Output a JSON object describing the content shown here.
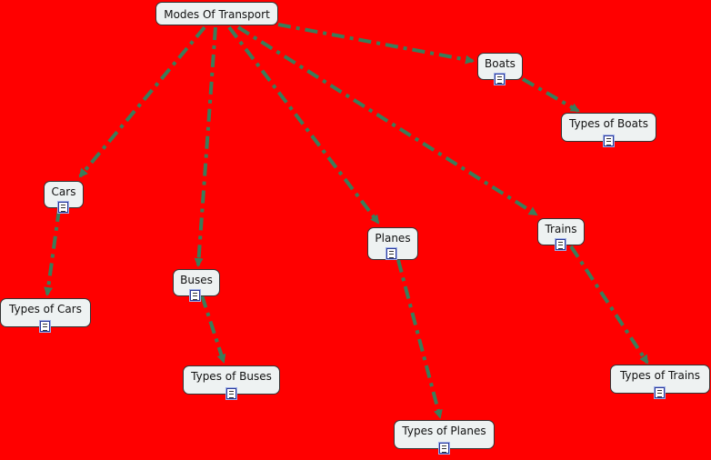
{
  "diagram": {
    "background_color": "#ff0000",
    "link_color": "#3a7d5a",
    "nodes": [
      {
        "id": "modes",
        "label": "Modes Of Transport",
        "has_doc": false
      },
      {
        "id": "boats",
        "label": "Boats",
        "has_doc": true,
        "icon": "document-icon"
      },
      {
        "id": "types_boats",
        "label": "Types of Boats",
        "has_doc": true,
        "icon": "document-icon"
      },
      {
        "id": "cars",
        "label": "Cars",
        "has_doc": true,
        "icon": "document-icon"
      },
      {
        "id": "types_cars",
        "label": "Types of Cars",
        "has_doc": true,
        "icon": "document-icon"
      },
      {
        "id": "buses",
        "label": "Buses",
        "has_doc": true,
        "icon": "document-icon"
      },
      {
        "id": "types_buses",
        "label": "Types of Buses",
        "has_doc": true,
        "icon": "document-icon"
      },
      {
        "id": "planes",
        "label": "Planes",
        "has_doc": true,
        "icon": "document-icon"
      },
      {
        "id": "types_planes",
        "label": "Types of Planes",
        "has_doc": true,
        "icon": "document-icon"
      },
      {
        "id": "trains",
        "label": "Trains",
        "has_doc": true,
        "icon": "document-icon"
      },
      {
        "id": "types_trains",
        "label": "Types of Trains",
        "has_doc": true,
        "icon": "document-icon"
      }
    ],
    "links": [
      {
        "from": "modes",
        "to": "boats"
      },
      {
        "from": "modes",
        "to": "cars"
      },
      {
        "from": "modes",
        "to": "buses"
      },
      {
        "from": "modes",
        "to": "planes"
      },
      {
        "from": "modes",
        "to": "trains"
      },
      {
        "from": "boats",
        "to": "types_boats"
      },
      {
        "from": "cars",
        "to": "types_cars"
      },
      {
        "from": "buses",
        "to": "types_buses"
      },
      {
        "from": "planes",
        "to": "types_planes"
      },
      {
        "from": "trains",
        "to": "types_trains"
      }
    ]
  }
}
